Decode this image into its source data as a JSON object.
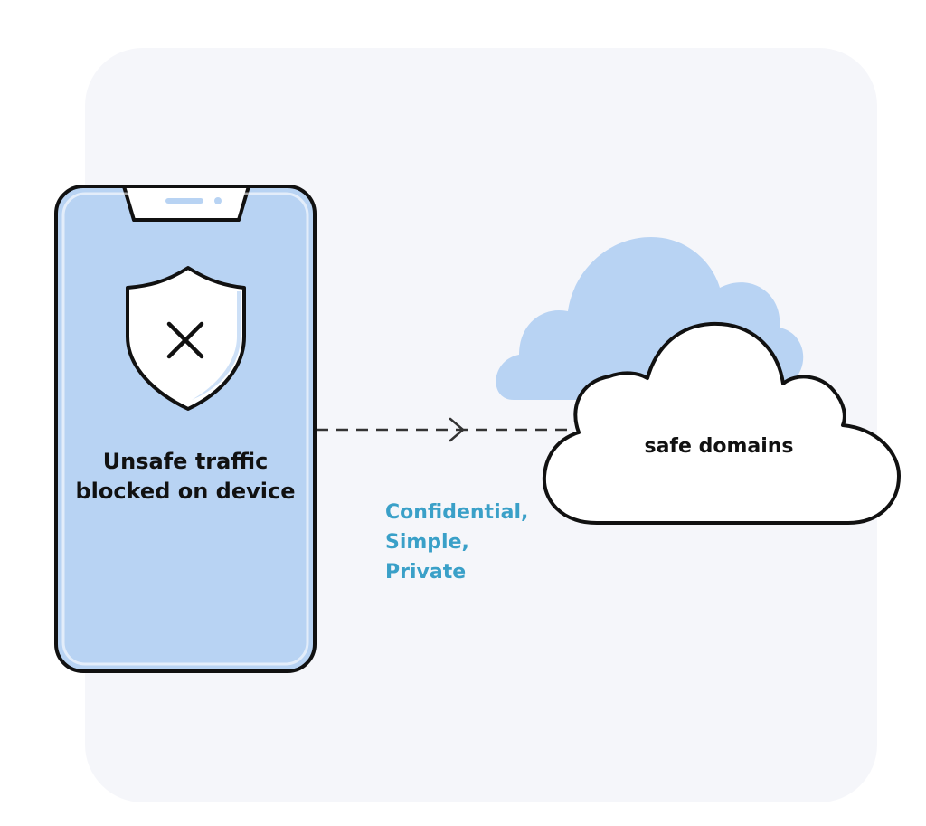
{
  "phone": {
    "caption_line_1": "Unsafe traffic",
    "caption_line_2": "blocked on device",
    "icon": "shield-x-icon"
  },
  "cloud": {
    "label": "safe domains",
    "icon": "cloud-icon"
  },
  "connector": {
    "style": "dashed-arrow",
    "direction": "phone-to-cloud"
  },
  "tagline": {
    "line_1": "Confidential,",
    "line_2": "Simple,",
    "line_3": "Private"
  },
  "colors": {
    "panel_background": "#f5f6fa",
    "phone_fill": "#b8d3f3",
    "cloud_back_fill": "#b8d3f3",
    "outline": "#111111",
    "tagline_text": "#3aa0c8"
  }
}
